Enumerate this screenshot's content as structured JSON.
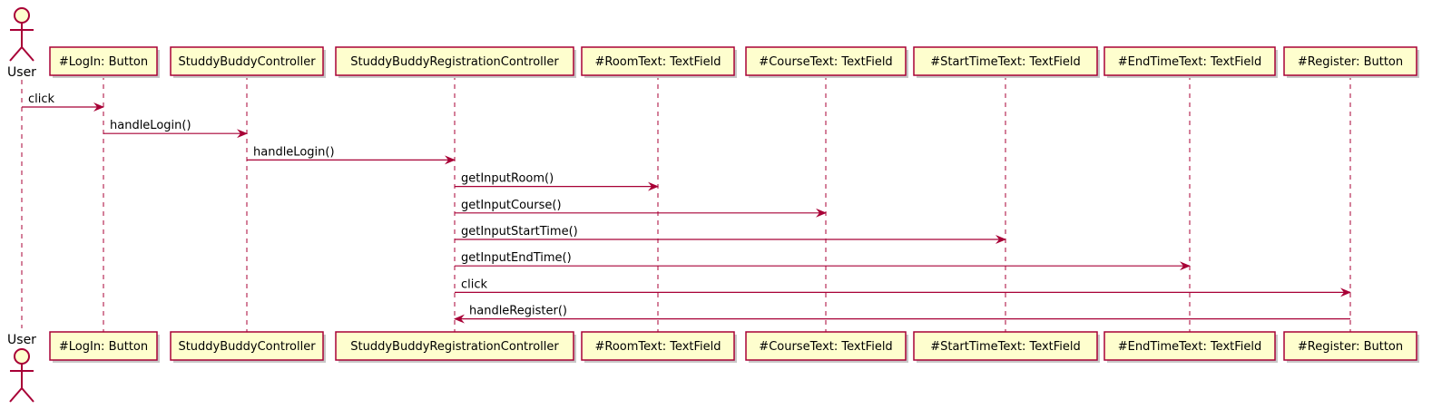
{
  "colors": {
    "line": "#A80036",
    "box_fill": "#FEFECE",
    "box_shadow": "#C8C8C8",
    "text": "#000000",
    "background": "#FFFFFF"
  },
  "participants": [
    {
      "id": "user",
      "label": "User",
      "kind": "actor"
    },
    {
      "id": "login",
      "label": "#LogIn: Button",
      "kind": "box"
    },
    {
      "id": "sbc",
      "label": "StuddyBuddyController",
      "kind": "box"
    },
    {
      "id": "sbrc",
      "label": "StuddyBuddyRegistrationController",
      "kind": "box"
    },
    {
      "id": "room",
      "label": "#RoomText: TextField",
      "kind": "box"
    },
    {
      "id": "course",
      "label": "#CourseText: TextField",
      "kind": "box"
    },
    {
      "id": "start",
      "label": "#StartTimeText: TextField",
      "kind": "box"
    },
    {
      "id": "end",
      "label": "#EndTimeText: TextField",
      "kind": "box"
    },
    {
      "id": "register",
      "label": "#Register: Button",
      "kind": "box"
    }
  ],
  "messages": [
    {
      "from": "user",
      "to": "login",
      "label": "click"
    },
    {
      "from": "login",
      "to": "sbc",
      "label": "handleLogin()"
    },
    {
      "from": "sbc",
      "to": "sbrc",
      "label": "handleLogin()"
    },
    {
      "from": "sbrc",
      "to": "room",
      "label": "getInputRoom()"
    },
    {
      "from": "sbrc",
      "to": "course",
      "label": "getInputCourse()"
    },
    {
      "from": "sbrc",
      "to": "start",
      "label": "getInputStartTime()"
    },
    {
      "from": "sbrc",
      "to": "end",
      "label": "getInputEndTime()"
    },
    {
      "from": "sbrc",
      "to": "register",
      "label": "click"
    },
    {
      "from": "register",
      "to": "sbrc",
      "label": "handleRegister()"
    }
  ]
}
